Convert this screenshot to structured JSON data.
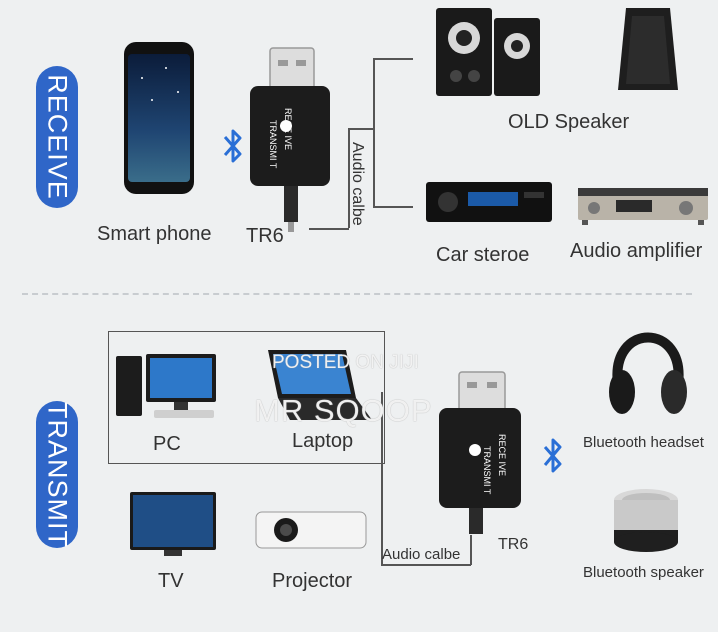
{
  "receive": {
    "badge": "RECEIVE",
    "devices": {
      "phone": "Smart phone",
      "adapter": "TR6",
      "cable": "Audio calbe",
      "speaker": "OLD Speaker",
      "car": "Car steroe",
      "amplifier": "Audio amplifier"
    }
  },
  "transmit": {
    "badge": "TRANSMIT",
    "devices": {
      "pc": "PC",
      "laptop": "Laptop",
      "tv": "TV",
      "projector": "Projector",
      "cable": "Audio calbe",
      "adapter": "TR6",
      "headset": "Bluetooth headset",
      "bt_speaker": "Bluetooth speaker"
    }
  },
  "adapter_face": {
    "line1": "RECE IVE",
    "line2": "TRANSMI T"
  },
  "watermark": {
    "line1": "POSTED ON JIJI",
    "line2": "MR SQOOP"
  },
  "colors": {
    "badge": "#2f66c8",
    "bluetooth": "#2a6fd6",
    "device": "#1c1c1c"
  }
}
